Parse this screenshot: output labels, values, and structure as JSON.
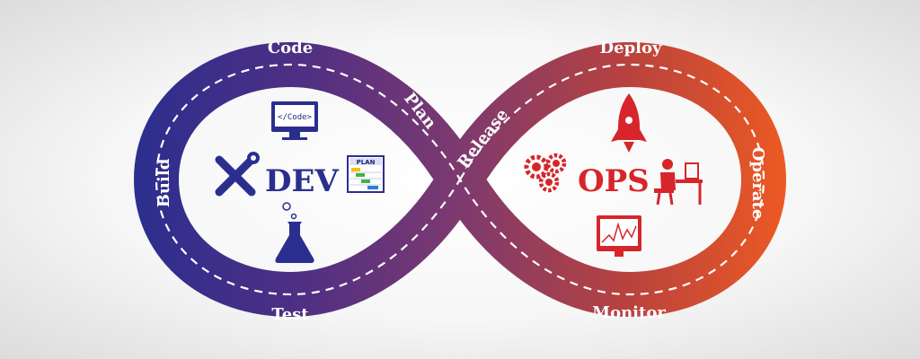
{
  "stages": {
    "code": "Code",
    "build": "Build",
    "test": "Test",
    "plan": "Plan",
    "release": "Release",
    "deploy": "Deploy",
    "operate": "Operate",
    "monitor": "Monitor"
  },
  "center": {
    "dev": "DEV",
    "ops": "OPS"
  },
  "icons": {
    "code_screen_text": "</Code>",
    "plan_board_text": "PLAN",
    "dev_icons": [
      "monitor-code-icon",
      "tools-icon",
      "plan-board-icon",
      "flask-icon"
    ],
    "ops_icons": [
      "rocket-icon",
      "gears-icon",
      "operator-desk-icon",
      "monitor-graph-icon"
    ]
  },
  "colors": {
    "dev": "#2a2f8f",
    "ops": "#d6262b",
    "loop_left": "#2b2f8e",
    "loop_right": "#ee5a22"
  }
}
